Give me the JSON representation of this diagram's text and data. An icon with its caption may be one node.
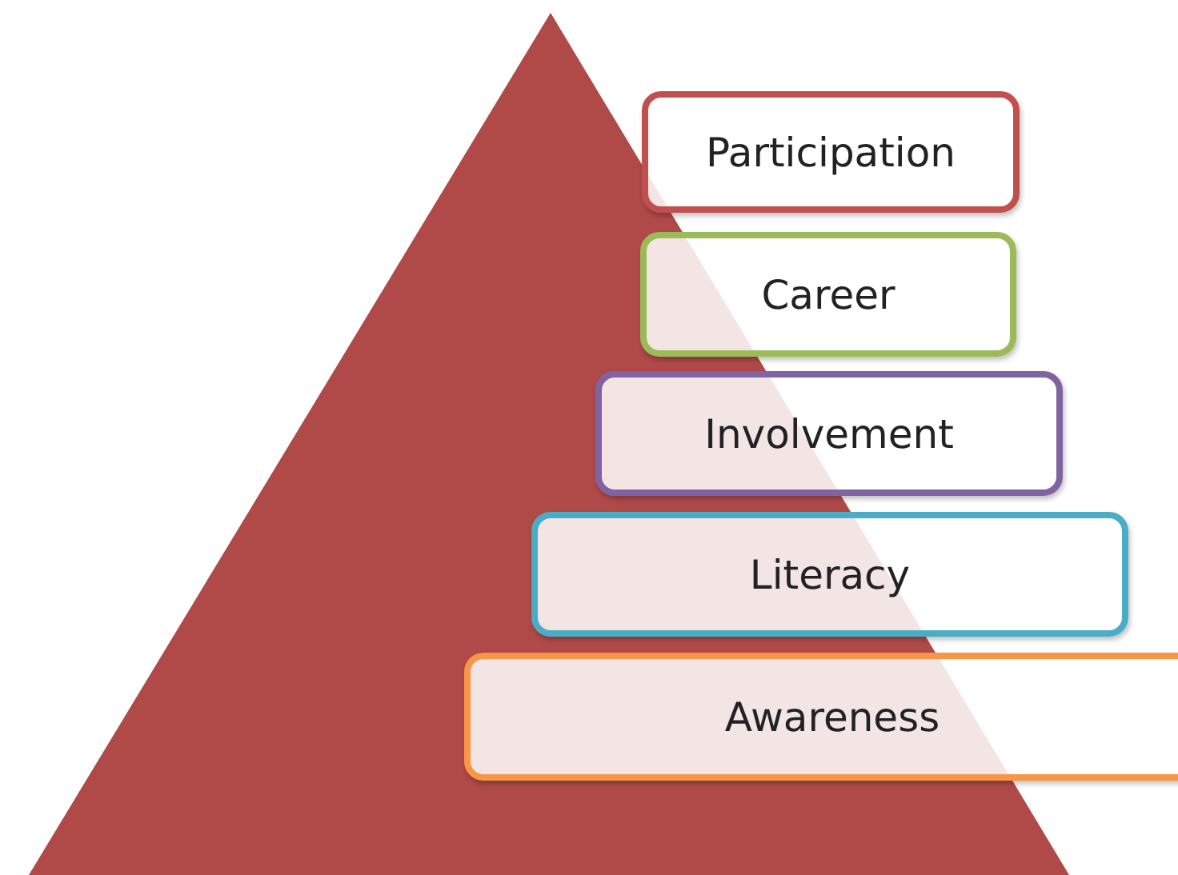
{
  "diagram": {
    "nodes": [
      {
        "text": [
          "Participation"
        ]
      },
      {
        "text": [
          "Career"
        ]
      },
      {
        "text": [
          "Involvement"
        ]
      },
      {
        "text": [
          "Literacy"
        ]
      },
      {
        "text": [
          "Awareness"
        ]
      }
    ]
  }
}
